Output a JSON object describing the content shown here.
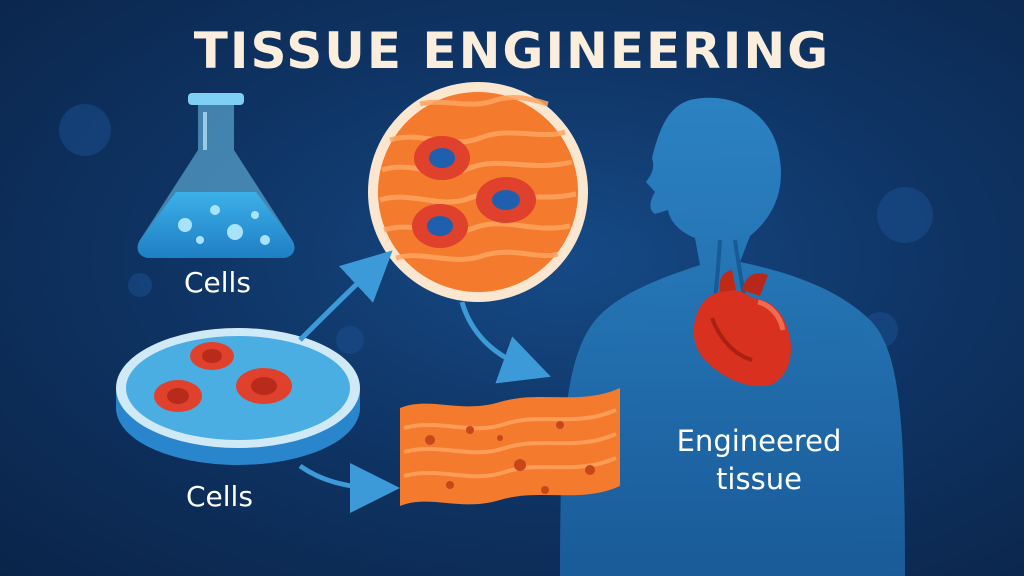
{
  "title": "TISSUE ENGINEERING",
  "labels": {
    "flask": "Cells",
    "dish": "Cells",
    "engineered_line1": "Engineered",
    "engineered_line2": "tissue"
  },
  "colors": {
    "background": "#0f3566",
    "title": "#fbeedc",
    "tissue_orange": "#f47a2e",
    "cell_red": "#e0412c",
    "nucleus_blue": "#1f5fae",
    "flask_blue": "#3aa7e0",
    "body_blue": "#2a7fc0",
    "heart_red": "#d9311f"
  },
  "icons": [
    "flask-icon",
    "petri-dish-icon",
    "scaffold-circle-icon",
    "tissue-sheet-icon",
    "human-silhouette-icon",
    "heart-icon",
    "arrow-icon"
  ]
}
